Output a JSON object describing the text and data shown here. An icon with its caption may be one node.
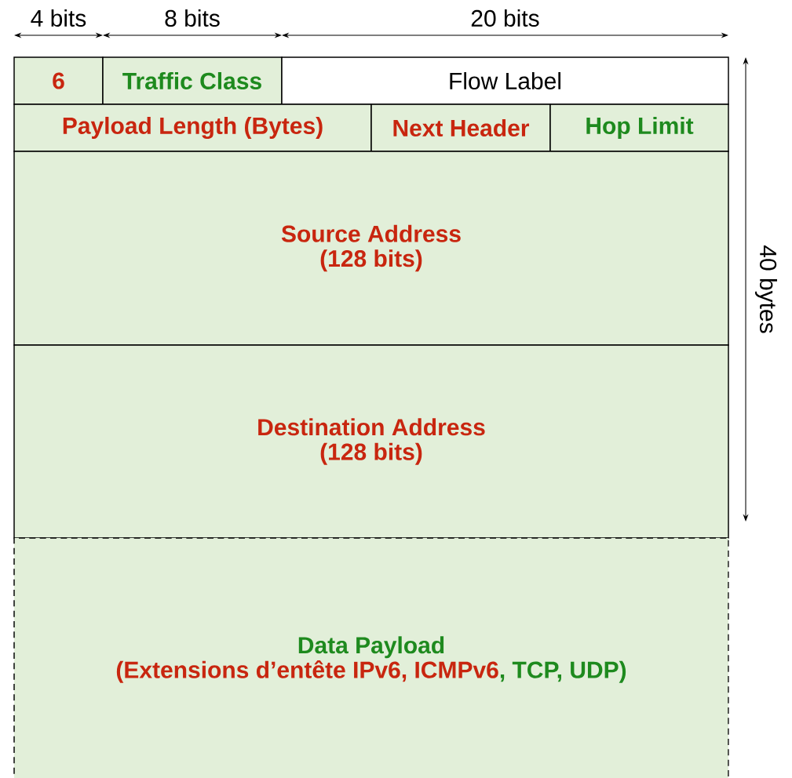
{
  "diagram": {
    "nodes": [
      {
        "text": [
          "6"
        ]
      },
      {
        "text": [
          "Traffic Class"
        ]
      },
      {
        "text": [
          "Flow Label"
        ]
      },
      {
        "text": [
          "Payload Length (Bytes)"
        ]
      },
      {
        "text": [
          "Next Header"
        ]
      },
      {
        "text": [
          "Hop Limit"
        ]
      },
      {
        "text": [
          "Source Address",
          "(128 bits)"
        ]
      },
      {
        "text": [
          "Destination Address",
          "(128 bits)"
        ]
      },
      {
        "text": [
          "Data Payload",
          "(Extensions d’entête IPv6, ICMPv6",
          ", TCP, UDP)"
        ]
      }
    ],
    "labels": [
      "4 bits",
      "8 bits",
      "20 bits",
      "40 bytes"
    ]
  }
}
